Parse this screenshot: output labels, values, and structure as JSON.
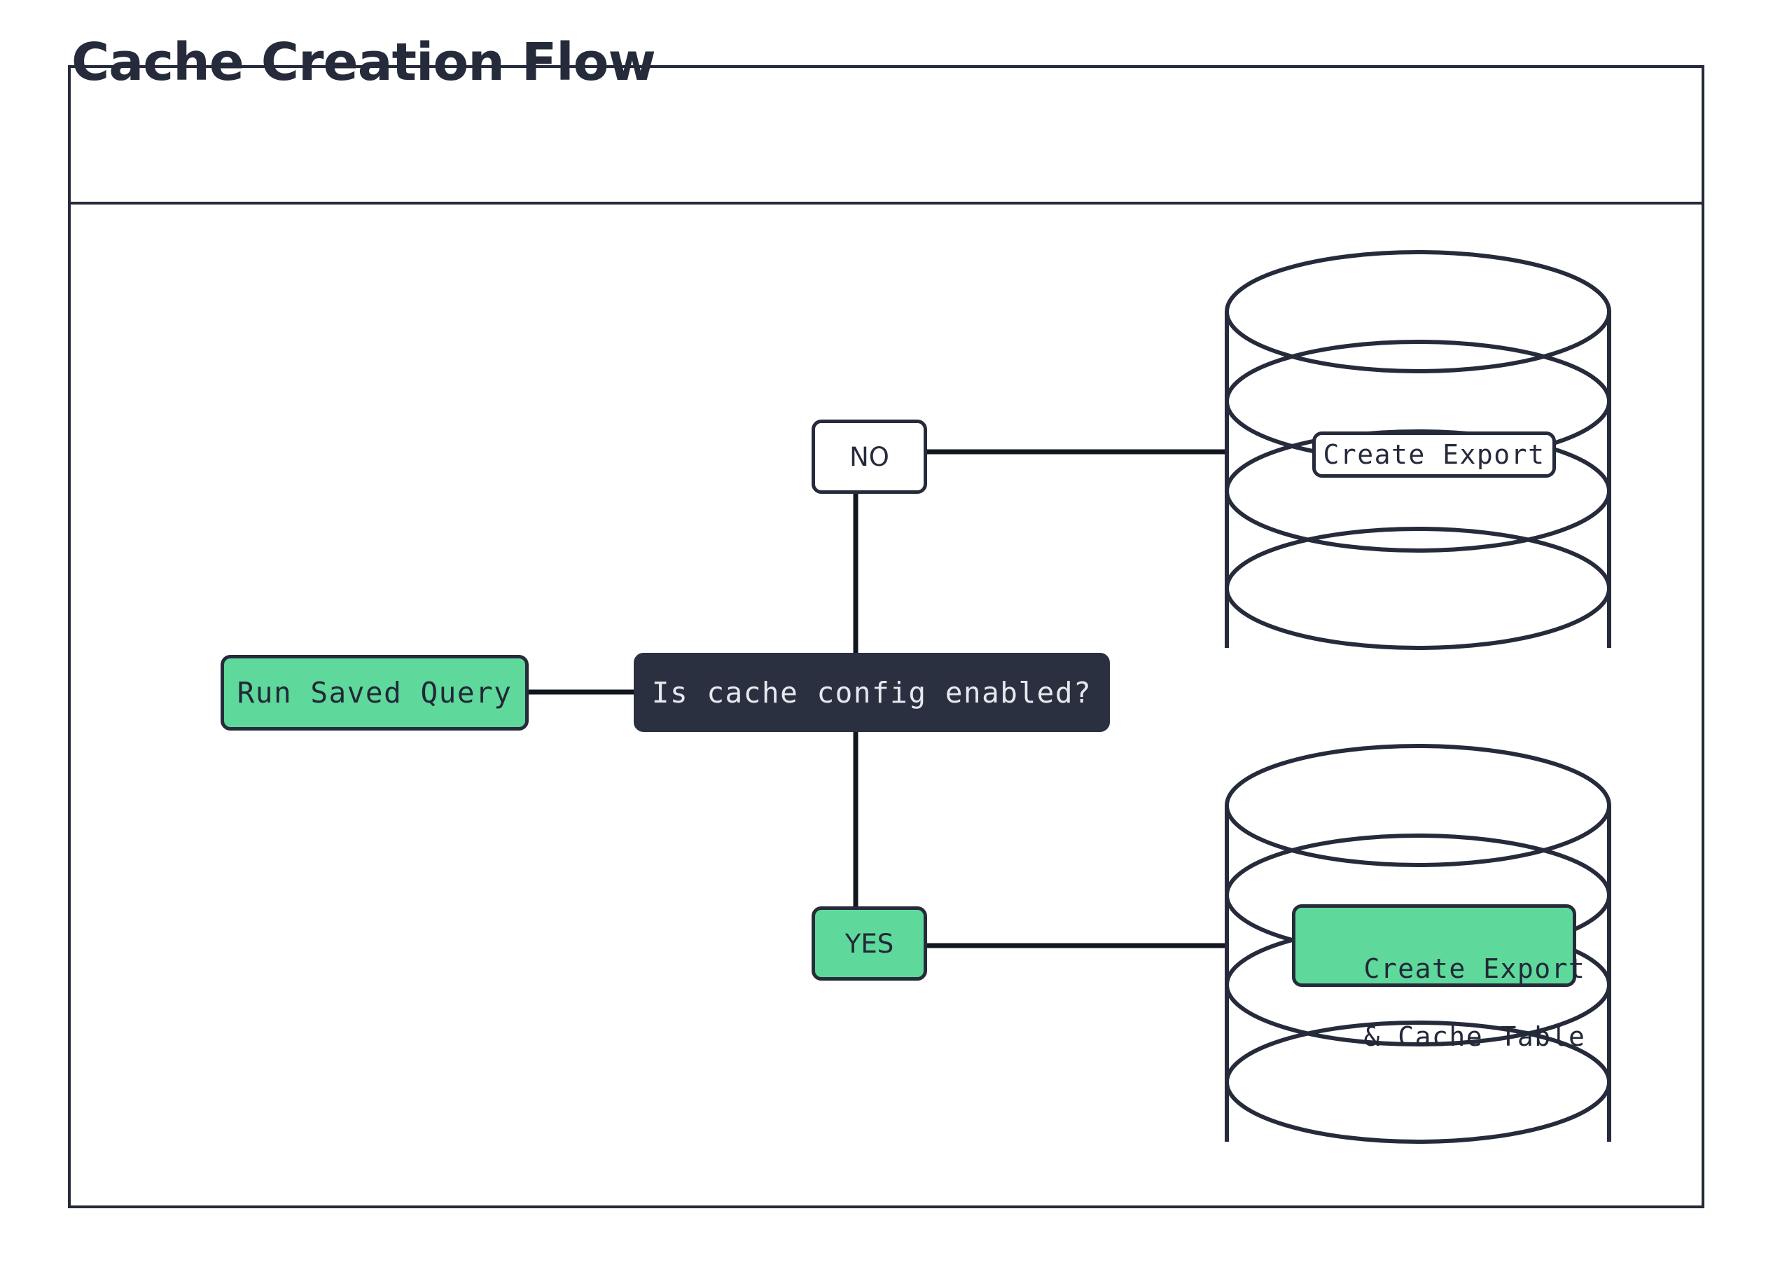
{
  "diagram": {
    "title": "Cache Creation Flow",
    "type": "flowchart",
    "colors": {
      "stroke": "#262b3b",
      "green_fill": "#5ed99b",
      "dark_fill": "#2b3040",
      "light_text": "#e6e8ee",
      "background": "#ffffff"
    },
    "nodes": [
      {
        "id": "run-saved-query",
        "label": "Run Saved Query",
        "shape": "rounded-rect",
        "style": "green"
      },
      {
        "id": "decision",
        "label": "Is cache config enabled?",
        "shape": "rounded-rect",
        "style": "dark"
      },
      {
        "id": "no",
        "label": "NO",
        "shape": "rounded-rect",
        "style": "plain"
      },
      {
        "id": "yes",
        "label": "YES",
        "shape": "rounded-rect",
        "style": "green"
      },
      {
        "id": "create-export",
        "label": "Create Export",
        "shape": "database-cylinder",
        "style": "plain"
      },
      {
        "id": "create-export-cache",
        "label_line1": "Create Export",
        "label_line2": "& Cache Table",
        "shape": "database-cylinder",
        "style": "green"
      }
    ],
    "edges": [
      {
        "from": "run-saved-query",
        "to": "decision",
        "label": ""
      },
      {
        "from": "decision",
        "to": "no",
        "label": ""
      },
      {
        "from": "no",
        "to": "create-export",
        "label": ""
      },
      {
        "from": "decision",
        "to": "yes",
        "label": ""
      },
      {
        "from": "yes",
        "to": "create-export-cache",
        "label": ""
      }
    ]
  }
}
